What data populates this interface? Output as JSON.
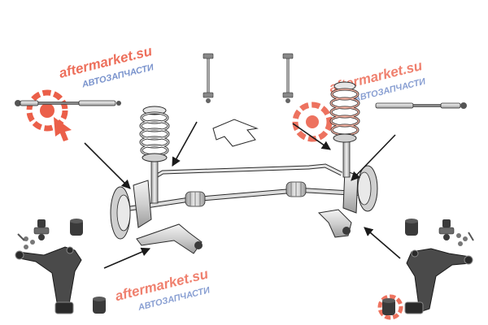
{
  "colors": {
    "line": "#2a2a2a",
    "part_fill": "#d9d9d9",
    "part_shade": "#a9a9a9",
    "dark_part": "#3a3a3a",
    "watermark_red": "#e8442a",
    "watermark_blue": "#3a5fb5"
  },
  "watermarks": [
    {
      "id": "left",
      "site": "aftermarket.su",
      "subtitle": "АВТОЗАПЧАСТИ"
    },
    {
      "id": "center",
      "site": "aftermarket.su",
      "subtitle": "АВТОЗАПЧАСТИ"
    },
    {
      "id": "bottom",
      "site": "aftermarket.su",
      "subtitle": "АВТОЗАПЧАСТИ"
    }
  ],
  "parts": [
    {
      "name": "tie-rod-left",
      "icon": "tie-rod-icon"
    },
    {
      "name": "tie-rod-right",
      "icon": "tie-rod-icon"
    },
    {
      "name": "stabilizer-link-left",
      "icon": "stabilizer-link-icon"
    },
    {
      "name": "stabilizer-link-right",
      "icon": "stabilizer-link-icon"
    },
    {
      "name": "coil-spring-left",
      "icon": "coil-spring-icon"
    },
    {
      "name": "coil-spring-right-highlighted",
      "icon": "coil-spring-icon"
    },
    {
      "name": "control-arm-left",
      "icon": "control-arm-icon"
    },
    {
      "name": "control-arm-right",
      "icon": "control-arm-icon"
    },
    {
      "name": "ball-joint-left",
      "icon": "ball-joint-icon"
    },
    {
      "name": "ball-joint-right",
      "icon": "ball-joint-icon"
    },
    {
      "name": "silent-block-left",
      "icon": "bushing-icon"
    },
    {
      "name": "silent-block-right",
      "icon": "bushing-icon"
    },
    {
      "name": "axle-assembly",
      "icon": "axle-icon"
    },
    {
      "name": "direction-arrow",
      "icon": "arrow-forward-icon"
    }
  ]
}
